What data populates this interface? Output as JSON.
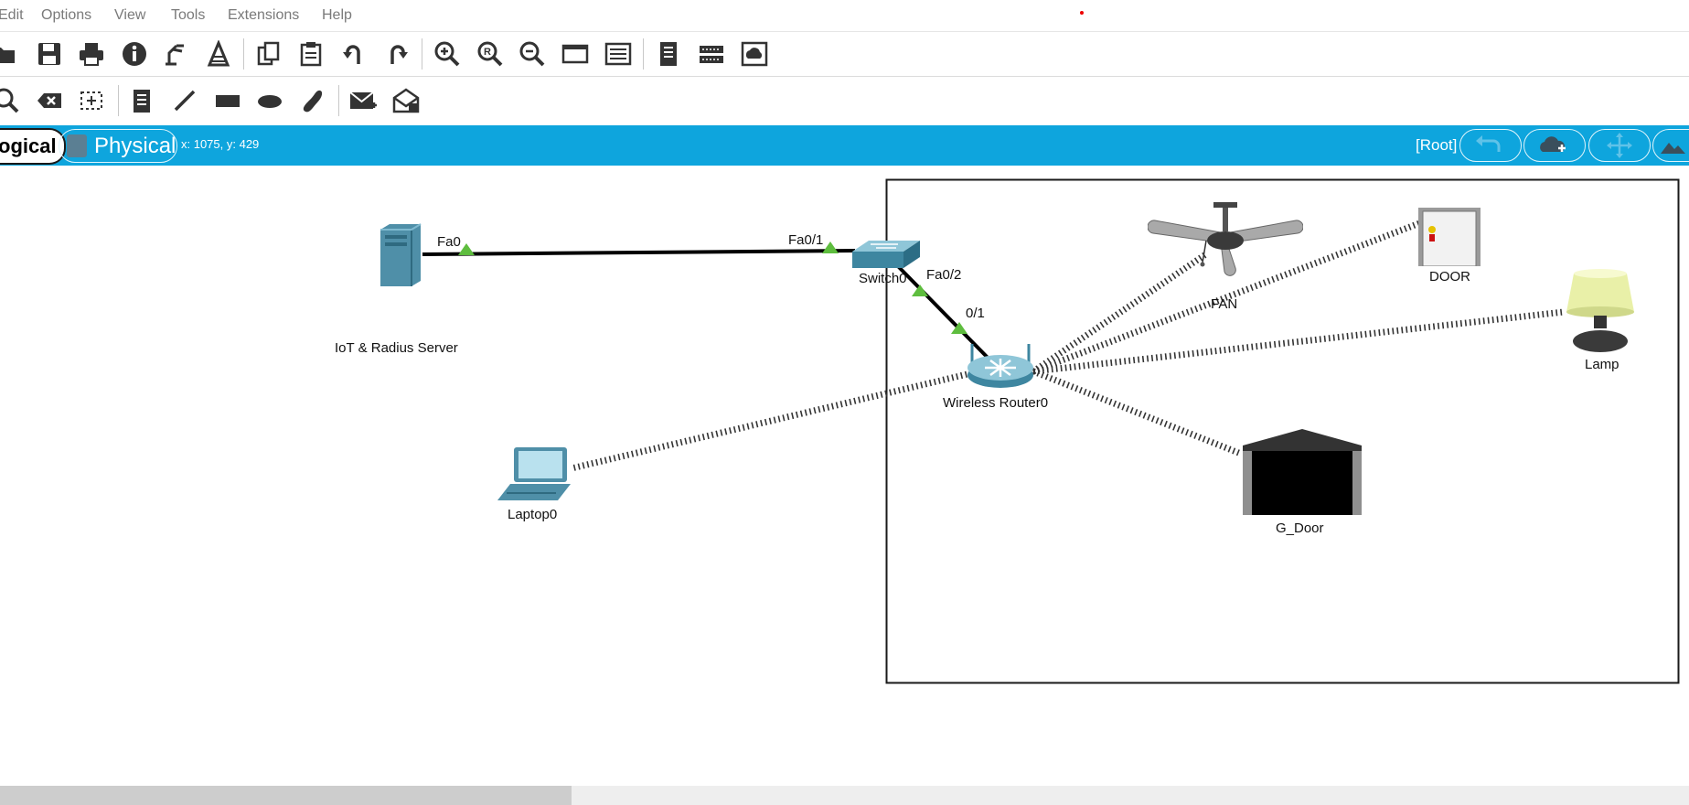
{
  "menu": [
    "Edit",
    "Options",
    "View",
    "Tools",
    "Extensions",
    "Help"
  ],
  "toolbar1": {
    "icons": [
      "open-icon",
      "save-icon",
      "print-icon",
      "info-icon",
      "activity-wizard-icon",
      "custom-device-icon",
      "copy-icon",
      "paste-icon",
      "undo-icon",
      "redo-icon",
      "zoom-in-icon",
      "zoom-reset-icon",
      "zoom-out-icon",
      "drawing-palette-icon",
      "custom-devices-dialog-icon",
      "view-command-log-icon",
      "network-icon",
      "cloud-icon"
    ]
  },
  "toolbar2": {
    "icons": [
      "inspect-icon",
      "delete-icon",
      "resize-shape-icon",
      "note-icon",
      "line-icon",
      "rectangle-icon",
      "ellipse-icon",
      "freeform-icon",
      "simple-pdu-icon",
      "complex-pdu-icon"
    ]
  },
  "workspace_bar": {
    "logical_tab": "ogical",
    "physical_tab": "Physical",
    "coordinates": "x: 1075, y: 429",
    "root_label": "[Root]"
  },
  "colors": {
    "workspace_bar": "#0ea5dd",
    "link_indicator": "#5ebd3e",
    "cable": "#000000"
  },
  "devices": {
    "server": "IoT & Radius Server",
    "switch": "Switch0",
    "router": "Wireless Router0",
    "laptop": "Laptop0",
    "fan": "FAN",
    "door": "DOOR",
    "lamp": "Lamp",
    "garage": "G_Door"
  },
  "ports": {
    "server_fa0": "Fa0",
    "switch_fa01": "Fa0/1",
    "switch_fa02": "Fa0/2",
    "router_01": "0/1"
  }
}
